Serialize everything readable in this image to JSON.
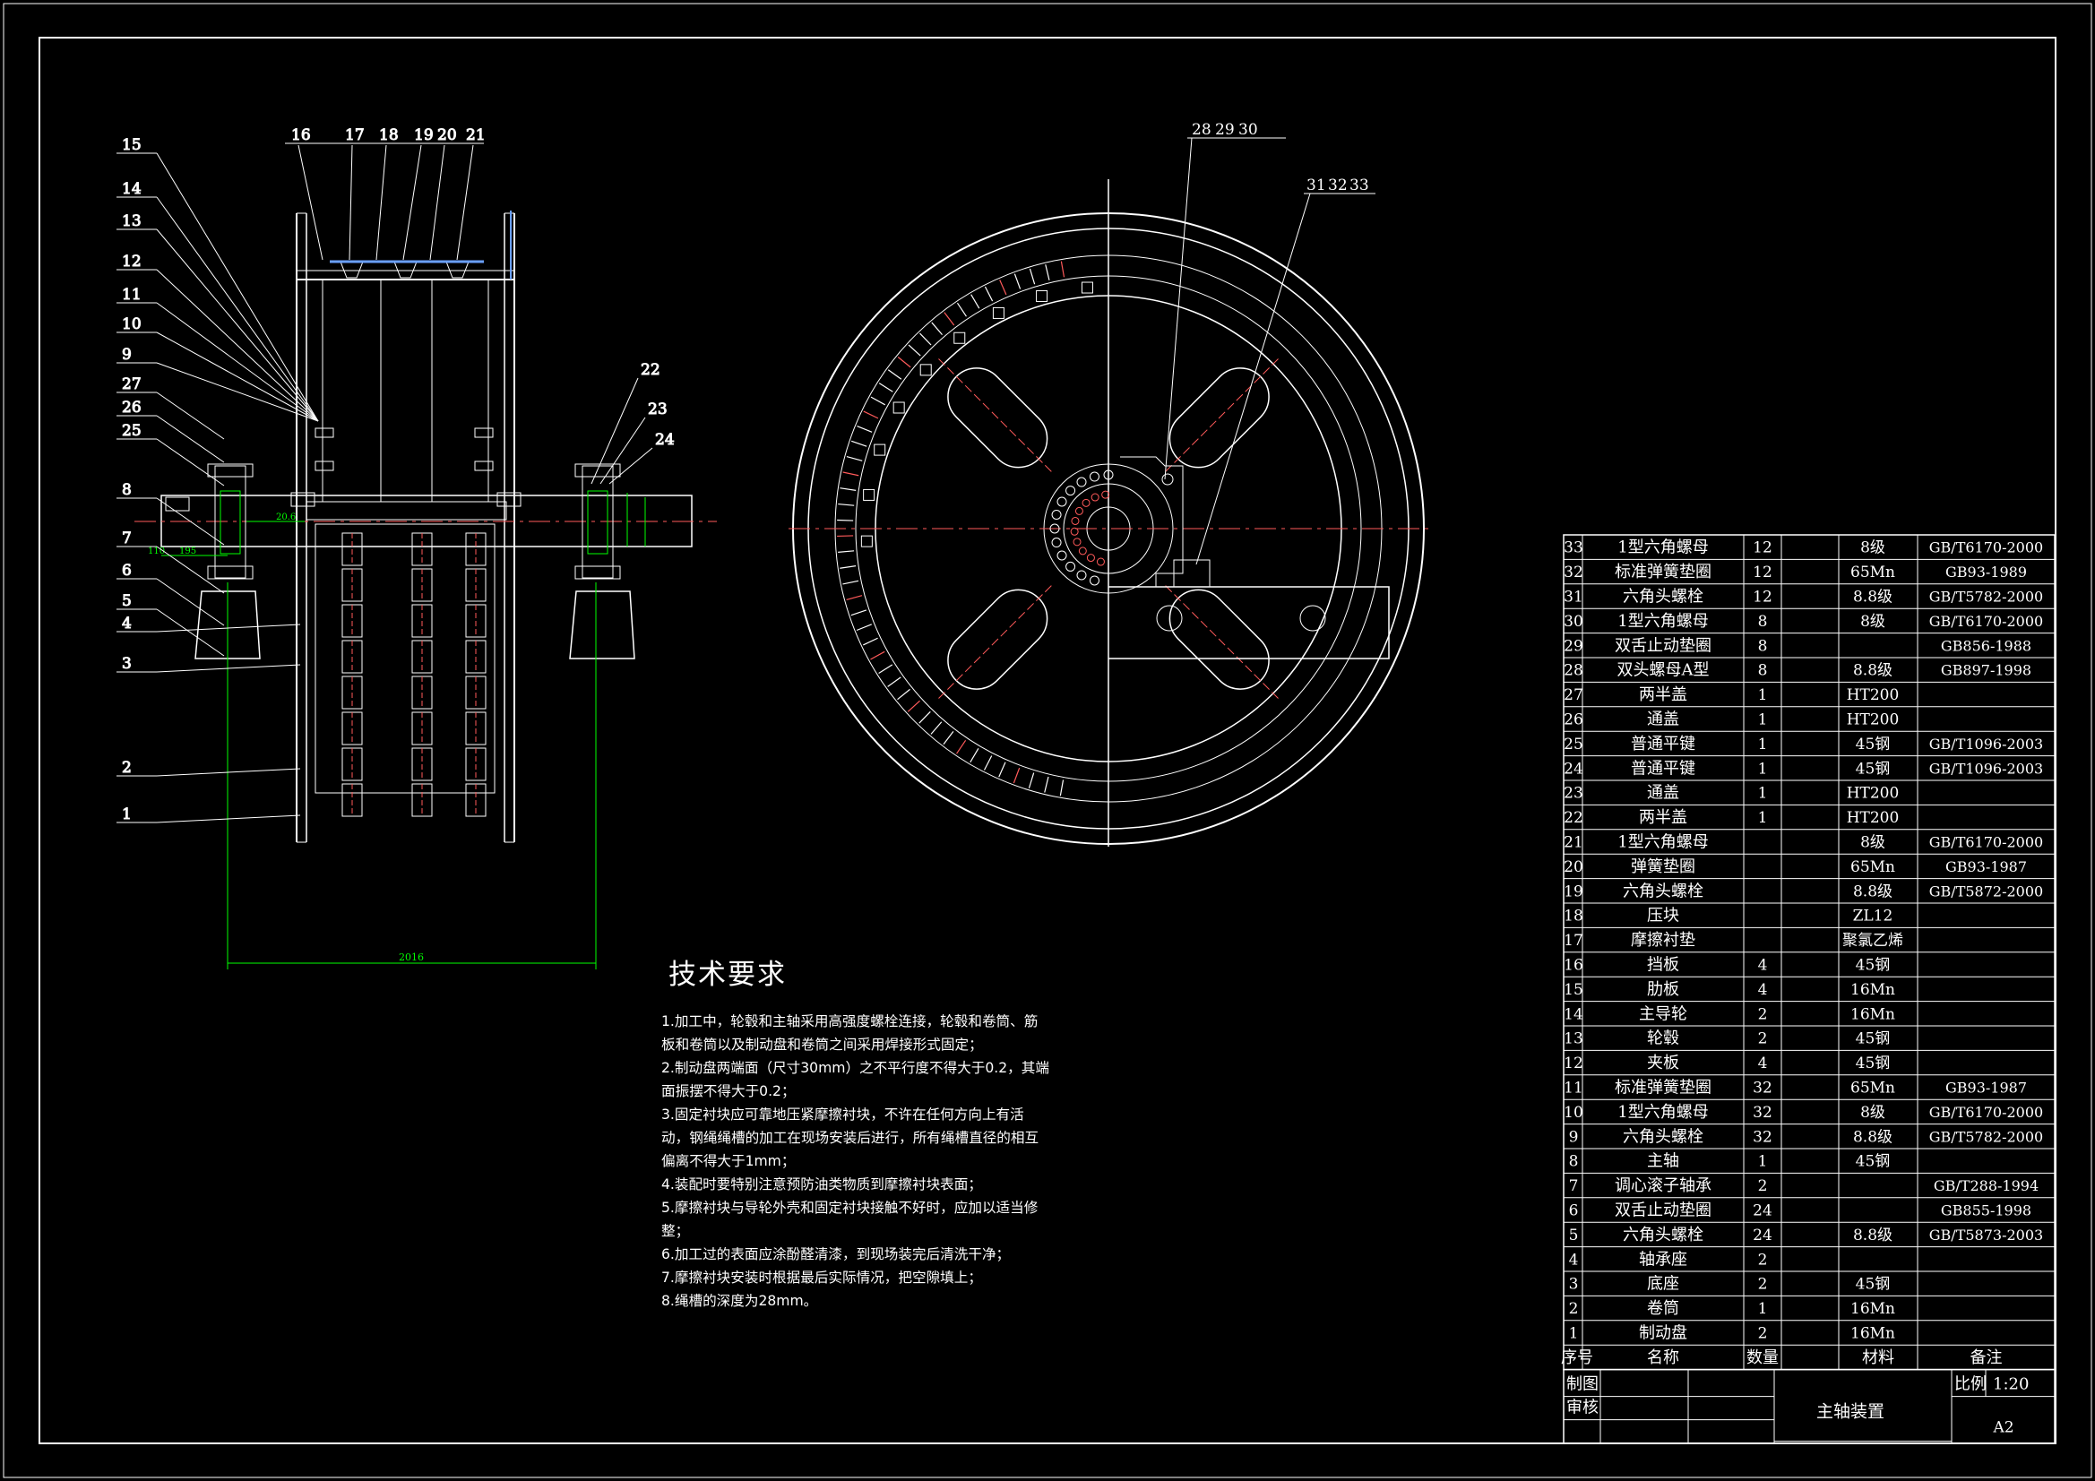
{
  "title_block": {
    "name": "主轴装置",
    "scale_label": "比例",
    "scale": "1:20",
    "sheet": "A2",
    "drawn_label": "制图",
    "check_label": "审核"
  },
  "bom_header": {
    "no": "序号",
    "name": "名称",
    "qty": "数量",
    "mat": "材料",
    "note": "备注"
  },
  "bom": [
    {
      "no": "33",
      "name": "1型六角螺母",
      "qty": "12",
      "mat": "8级",
      "note": "GB/T6170-2000"
    },
    {
      "no": "32",
      "name": "标准弹簧垫圈",
      "qty": "12",
      "mat": "65Mn",
      "note": "GB93-1989"
    },
    {
      "no": "31",
      "name": "六角头螺栓",
      "qty": "12",
      "mat": "8.8级",
      "note": "GB/T5782-2000"
    },
    {
      "no": "30",
      "name": "1型六角螺母",
      "qty": "8",
      "mat": "8级",
      "note": "GB/T6170-2000"
    },
    {
      "no": "29",
      "name": "双舌止动垫圈",
      "qty": "8",
      "mat": "",
      "note": "GB856-1988"
    },
    {
      "no": "28",
      "name": "双头螺母A型",
      "qty": "8",
      "mat": "8.8级",
      "note": "GB897-1998"
    },
    {
      "no": "27",
      "name": "两半盖",
      "qty": "1",
      "mat": "HT200",
      "note": ""
    },
    {
      "no": "26",
      "name": "通盖",
      "qty": "1",
      "mat": "HT200",
      "note": ""
    },
    {
      "no": "25",
      "name": "普通平键",
      "qty": "1",
      "mat": "45钢",
      "note": "GB/T1096-2003"
    },
    {
      "no": "24",
      "name": "普通平键",
      "qty": "1",
      "mat": "45钢",
      "note": "GB/T1096-2003"
    },
    {
      "no": "23",
      "name": "通盖",
      "qty": "1",
      "mat": "HT200",
      "note": ""
    },
    {
      "no": "22",
      "name": "两半盖",
      "qty": "1",
      "mat": "HT200",
      "note": ""
    },
    {
      "no": "21",
      "name": "1型六角螺母",
      "qty": "",
      "mat": "8级",
      "note": "GB/T6170-2000"
    },
    {
      "no": "20",
      "name": "弹簧垫圈",
      "qty": "",
      "mat": "65Mn",
      "note": "GB93-1987"
    },
    {
      "no": "19",
      "name": "六角头螺栓",
      "qty": "",
      "mat": "8.8级",
      "note": "GB/T5872-2000"
    },
    {
      "no": "18",
      "name": "压块",
      "qty": "",
      "mat": "ZL12",
      "note": ""
    },
    {
      "no": "17",
      "name": "摩擦衬垫",
      "qty": "",
      "mat": "聚氯乙烯",
      "note": ""
    },
    {
      "no": "16",
      "name": "挡板",
      "qty": "4",
      "mat": "45钢",
      "note": ""
    },
    {
      "no": "15",
      "name": "肋板",
      "qty": "4",
      "mat": "16Mn",
      "note": ""
    },
    {
      "no": "14",
      "name": "主导轮",
      "qty": "2",
      "mat": "16Mn",
      "note": ""
    },
    {
      "no": "13",
      "name": "轮毂",
      "qty": "2",
      "mat": "45钢",
      "note": ""
    },
    {
      "no": "12",
      "name": "夹板",
      "qty": "4",
      "mat": "45钢",
      "note": ""
    },
    {
      "no": "11",
      "name": "标准弹簧垫圈",
      "qty": "32",
      "mat": "65Mn",
      "note": "GB93-1987"
    },
    {
      "no": "10",
      "name": "1型六角螺母",
      "qty": "32",
      "mat": "8级",
      "note": "GB/T6170-2000"
    },
    {
      "no": "9",
      "name": "六角头螺栓",
      "qty": "32",
      "mat": "8.8级",
      "note": "GB/T5782-2000"
    },
    {
      "no": "8",
      "name": "主轴",
      "qty": "1",
      "mat": "45钢",
      "note": ""
    },
    {
      "no": "7",
      "name": "调心滚子轴承",
      "qty": "2",
      "mat": "",
      "note": "GB/T288-1994"
    },
    {
      "no": "6",
      "name": "双舌止动垫圈",
      "qty": "24",
      "mat": "",
      "note": "GB855-1998"
    },
    {
      "no": "5",
      "name": "六角头螺栓",
      "qty": "24",
      "mat": "8.8级",
      "note": "GB/T5873-2003"
    },
    {
      "no": "4",
      "name": "轴承座",
      "qty": "2",
      "mat": "",
      "note": ""
    },
    {
      "no": "3",
      "name": "底座",
      "qty": "2",
      "mat": "45钢",
      "note": ""
    },
    {
      "no": "2",
      "name": "卷筒",
      "qty": "1",
      "mat": "16Mn",
      "note": ""
    },
    {
      "no": "1",
      "name": "制动盘",
      "qty": "2",
      "mat": "16Mn",
      "note": ""
    }
  ],
  "tech": {
    "title": "技术要求",
    "lines": [
      "1.加工中，轮毂和主轴采用高强度螺栓连接，轮毂和卷筒、筋",
      "板和卷筒以及制动盘和卷筒之间采用焊接形式固定；",
      "2.制动盘两端面（尺寸30mm）之不平行度不得大于0.2，其端",
      "面振摆不得大于0.2；",
      "3.固定衬块应可靠地压紧摩擦衬块，不许在任何方向上有活",
      "动，钢绳绳槽的加工在现场安装后进行，所有绳槽直径的相互",
      "偏离不得大于1mm；",
      "4.装配时要特别注意预防油类物质到摩擦衬块表面；",
      "5.摩擦衬块与导轮外壳和固定衬块接触不好时，应加以适当修",
      "整；",
      "6.加工过的表面应涂酚醛清漆，到现场装完后清洗干净；",
      "7.摩擦衬块安装时根据最后实际情况，把空隙填上；",
      "8.绳槽的深度为28mm。"
    ]
  },
  "callouts": {
    "left": [
      "15",
      "14",
      "13",
      "12",
      "11",
      "10",
      "9",
      "27",
      "26",
      "25",
      "8",
      "7",
      "6",
      "5",
      "4",
      "3",
      "2",
      "1"
    ],
    "top": [
      "16",
      "17",
      "18",
      "19",
      "20",
      "21"
    ],
    "right": [
      "22",
      "23",
      "24"
    ],
    "wheel": [
      "28",
      "29",
      "30",
      "31",
      "32",
      "33"
    ]
  },
  "dims": {
    "span": "2016",
    "d1": "20.6",
    "d2": "195",
    "d3": "110"
  },
  "colors": {
    "background": "#000000",
    "ink": "#ffffff",
    "dim": "#00ff00",
    "accent": "#ff5a5a",
    "blue": "#6aa0ff"
  }
}
